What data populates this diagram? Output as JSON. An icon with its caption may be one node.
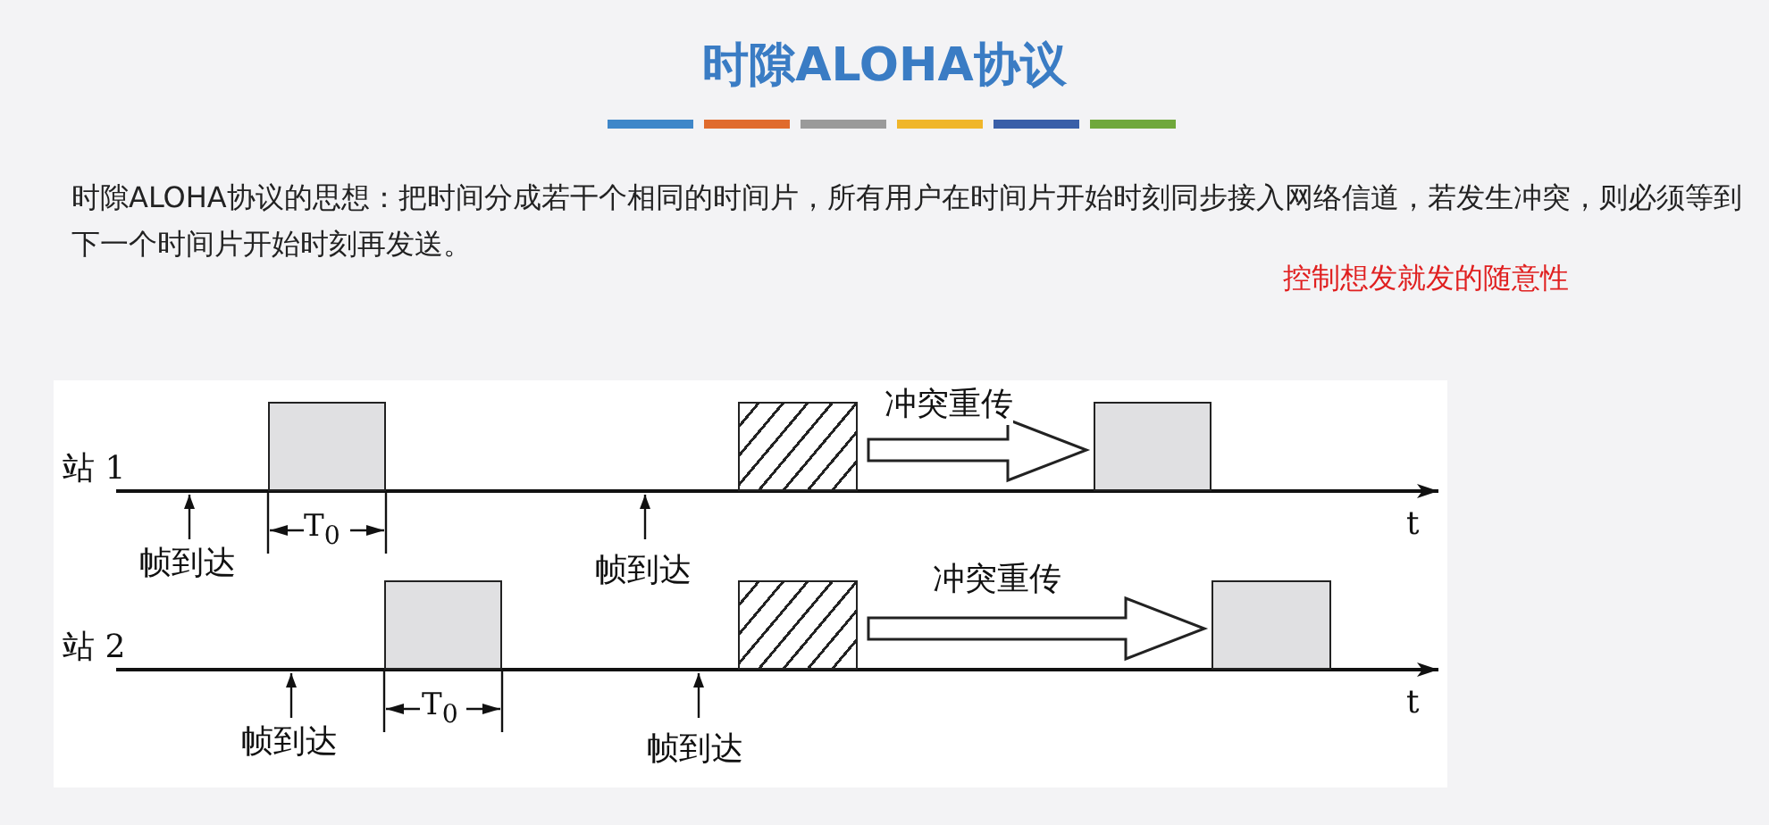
{
  "diagram": {
    "title": "时隙ALOHA协议",
    "nodes": [
      {
        "text": [],
        "shape": "box"
      },
      {
        "text": [],
        "shape": "box"
      },
      {
        "text": [],
        "shape": "box"
      },
      {
        "text": [],
        "shape": "box"
      },
      {
        "text": [],
        "shape": "box"
      },
      {
        "text": [],
        "shape": "box"
      }
    ],
    "edges": [
      {
        "from": 1,
        "to": 2,
        "arrow": "to",
        "label": "冲突重传"
      },
      {
        "from": 4,
        "to": 5,
        "arrow": "to",
        "label": "冲突重传"
      }
    ],
    "labels": [
      "时隙ALOHA协议的思想：把时间分成若干个相同的时间片，所有用户在时间片开始时刻同步接入网络信道，若发生冲突，则必须等到下一个时间片开始时刻再发送。",
      "控制想发就发的随意性",
      "站 1",
      "帧到达",
      "T$_{0}$",
      "帧到达",
      "t",
      "站 2",
      "帧到达",
      "T$_{0}$",
      "帧到达",
      "t"
    ]
  }
}
